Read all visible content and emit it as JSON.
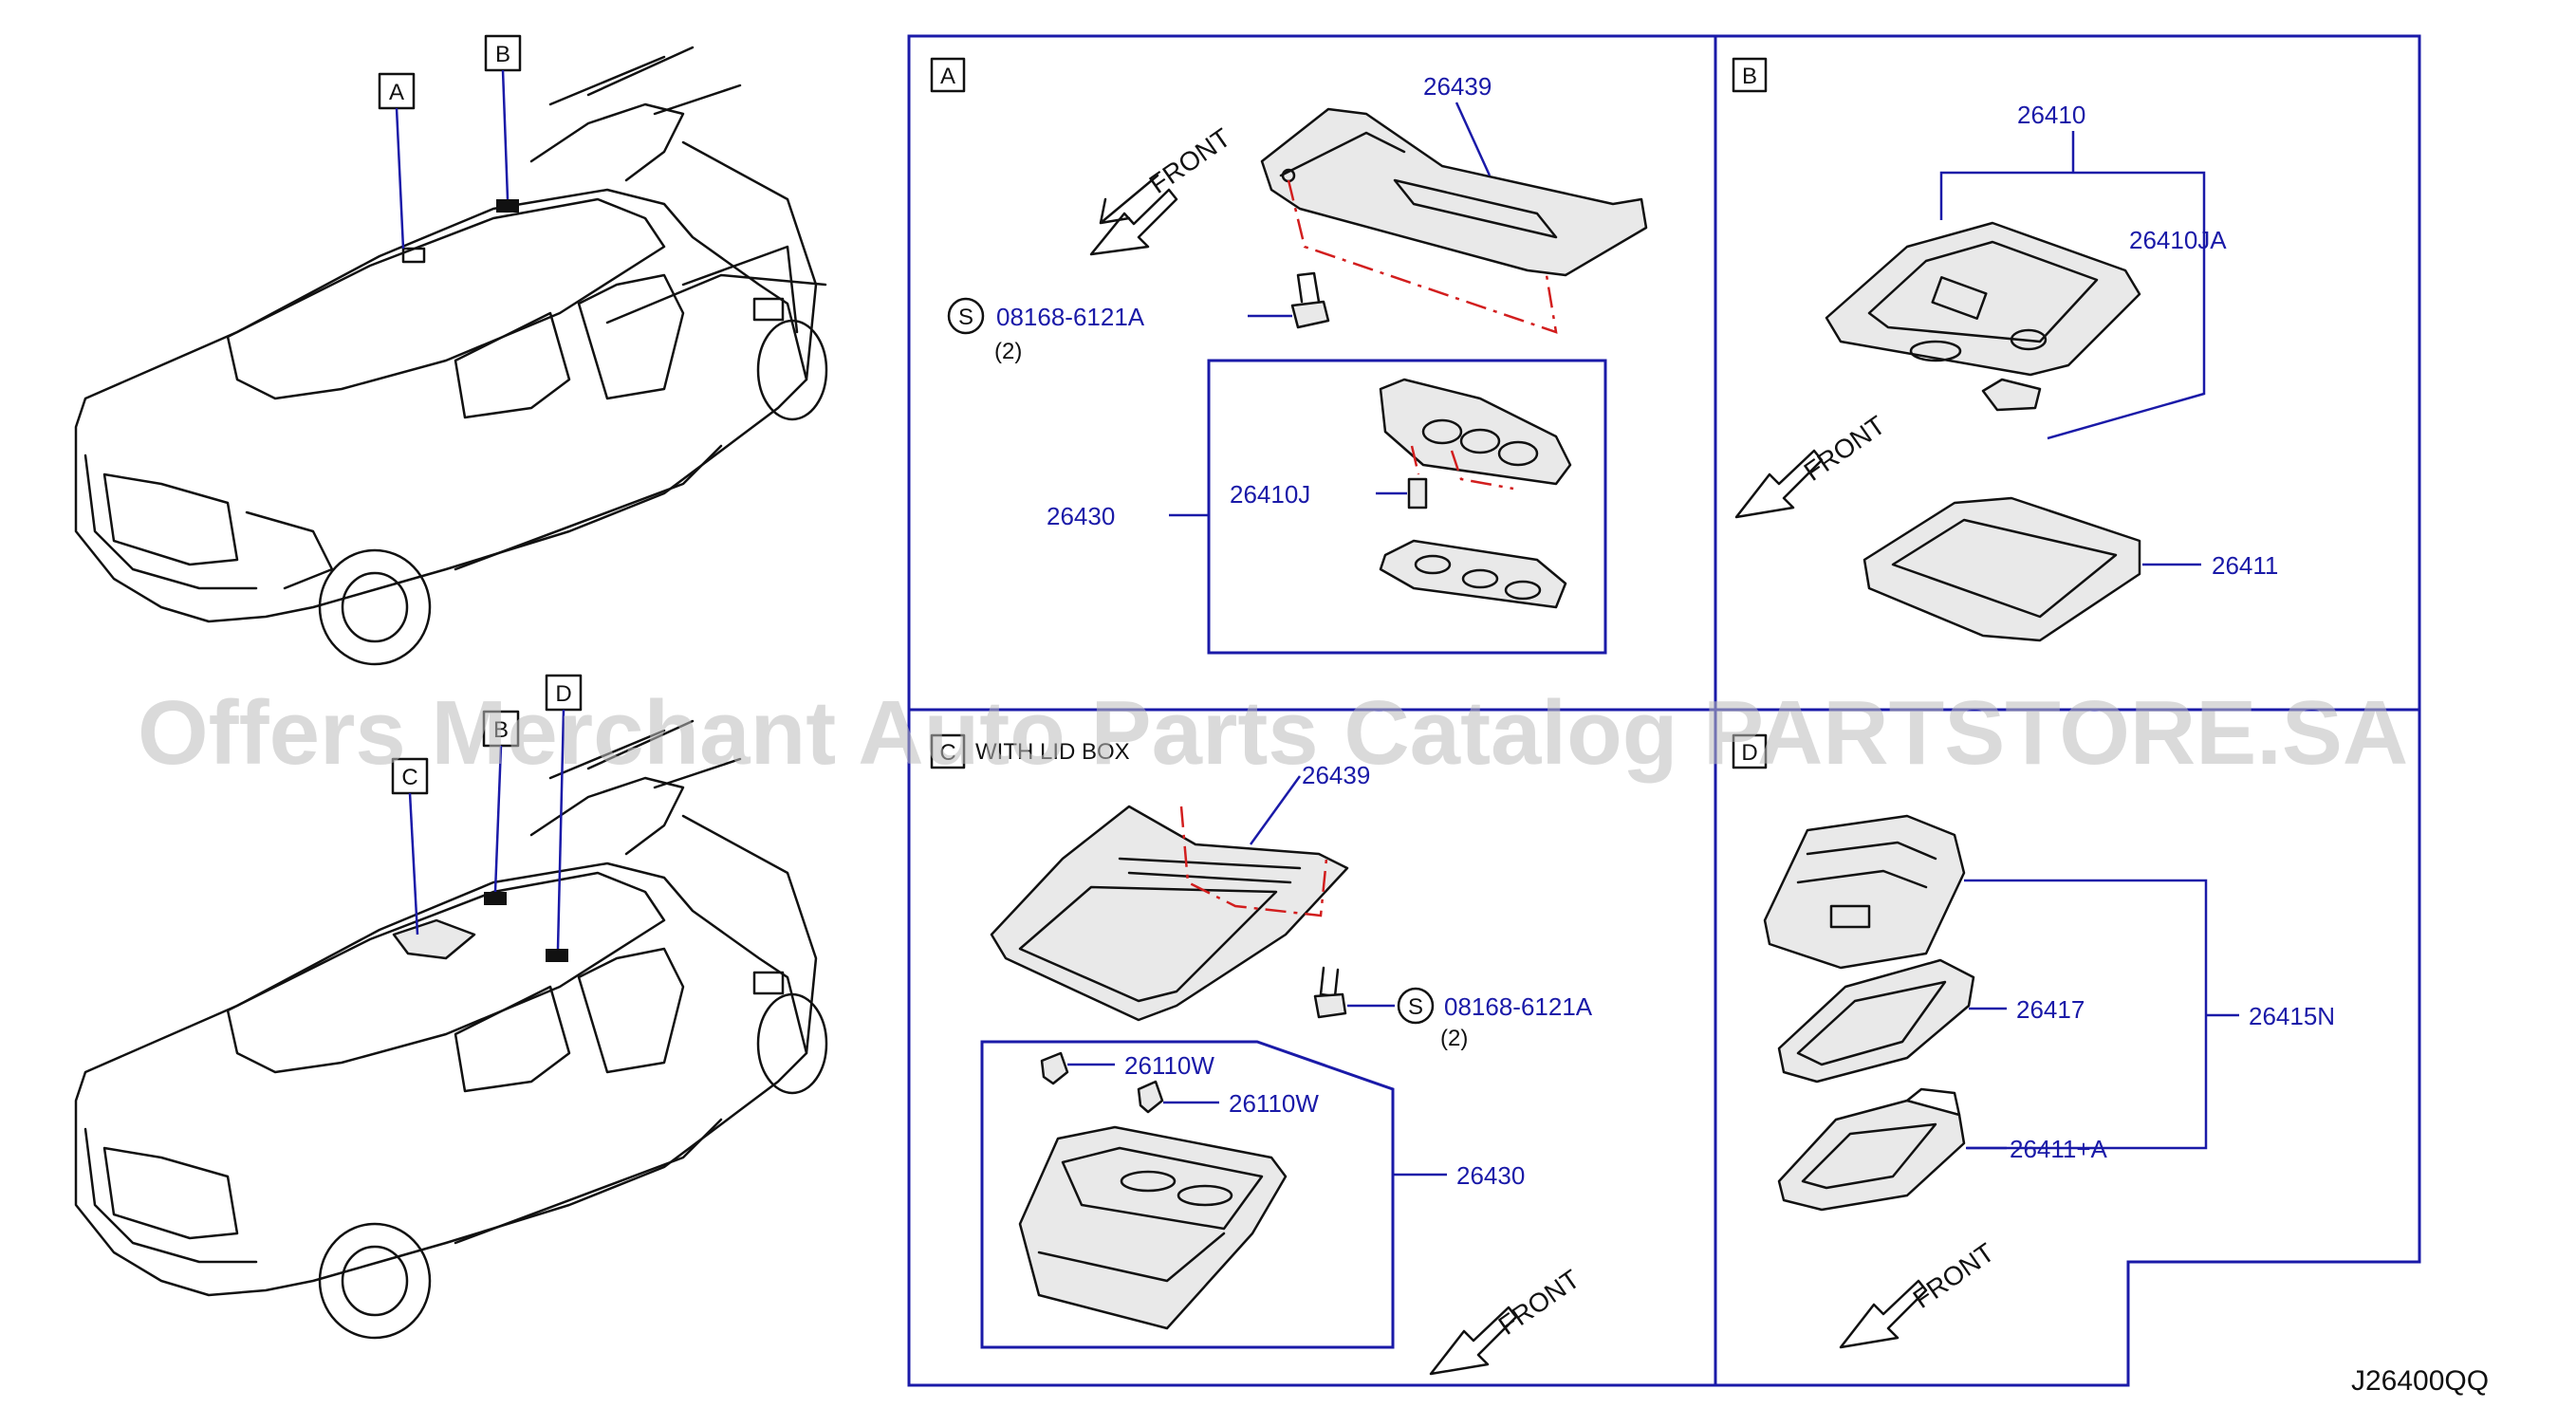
{
  "diagram_code": "J26400QQ",
  "watermark": "Offers Merchant Auto Parts Catalog PARTSTORE.SA",
  "vehicle_callouts": {
    "a": "A",
    "b": "B",
    "c": "C",
    "d": "D"
  },
  "front_label": "FRONT",
  "panels": {
    "a": {
      "tag": "A",
      "bracket": "26439",
      "bolt_code": "08168-6121A",
      "bolt_qty": "(2)",
      "bolt_symbol": "S",
      "lamp_assy": "26430",
      "bulb": "26410J"
    },
    "b": {
      "tag": "B",
      "lamp_assy": "26410",
      "bulb": "26410JA",
      "lens": "26411"
    },
    "c": {
      "tag": "C",
      "subtitle": "WITH LID BOX",
      "bracket": "26439",
      "bolt_code": "08168-6121A",
      "bolt_qty": "(2)",
      "bolt_symbol": "S",
      "clip_1": "26110W",
      "clip_2": "26110W",
      "lamp_assy": "26430"
    },
    "d": {
      "tag": "D",
      "housing": "26417",
      "lens": "26411+A",
      "lamp_assy": "26415N"
    }
  }
}
